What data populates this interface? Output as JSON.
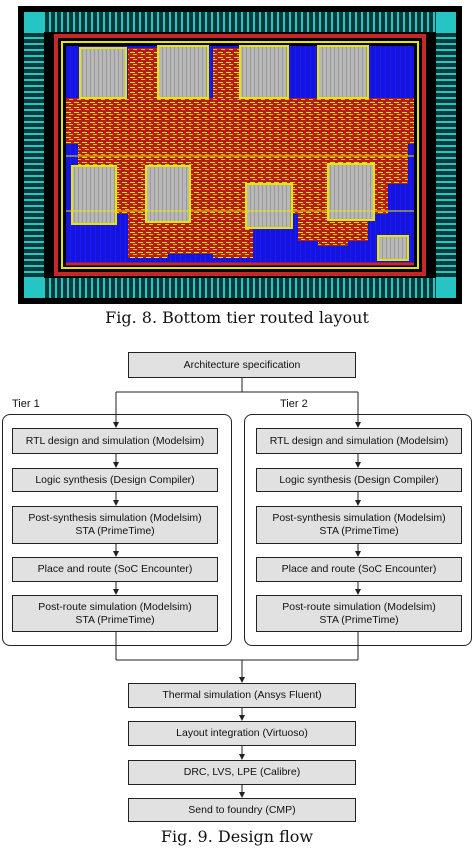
{
  "figure8": {
    "caption": "Fig. 8. Bottom tier routed layout"
  },
  "figure9": {
    "caption": "Fig. 9. Design flow",
    "top": "Architecture specification",
    "tier1": {
      "label": "Tier 1",
      "steps": [
        "RTL design and simulation (Modelsim)",
        "Logic synthesis (Design Compiler)",
        "Post-synthesis simulation (Modelsim)\nSTA (PrimeTime)",
        "Place and route (SoC Encounter)",
        "Post-route simulation (Modelsim)\nSTA (PrimeTime)"
      ]
    },
    "tier2": {
      "label": "Tier 2",
      "steps": [
        "RTL design and simulation (Modelsim)",
        "Logic synthesis (Design Compiler)",
        "Post-synthesis simulation (Modelsim)\nSTA (PrimeTime)",
        "Place and route (SoC Encounter)",
        "Post-route simulation (Modelsim)\nSTA (PrimeTime)"
      ]
    },
    "bottom": [
      "Thermal simulation (Ansys Fluent)",
      "Layout integration (Virtuoso)",
      "DRC, LVS, LPE (Calibre)",
      "Send to foundry (CMP)"
    ]
  },
  "colors": {
    "background": "#000000",
    "io_ring": "#1fb6b6",
    "core_ring": "#c62828",
    "macro": "#b5b5b5",
    "routing_red": "#b71c1c",
    "routing_yellow": "#e6e600",
    "fill_blue": "#1010e0",
    "box_fill": "#e1e1e1"
  }
}
